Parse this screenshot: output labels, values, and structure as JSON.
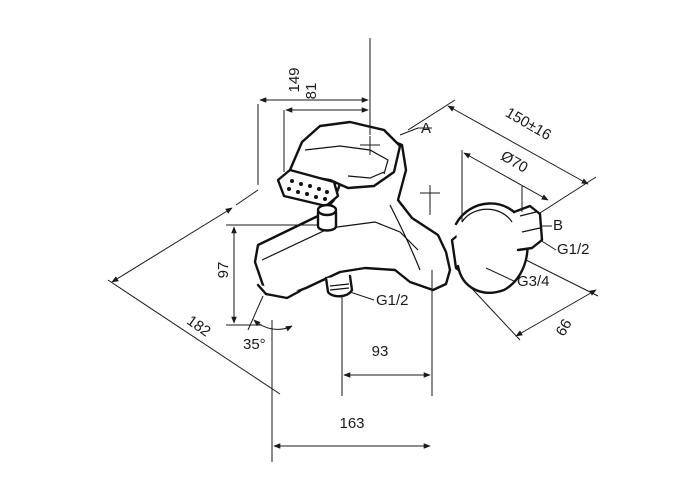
{
  "dimensions": {
    "d149": "149",
    "d81": "81",
    "d150": "150±16",
    "d70": "Ø70",
    "d97": "97",
    "d182": "182",
    "d35": "35°",
    "d93": "93",
    "d163": "163",
    "d66": "66"
  },
  "callouts": {
    "a": "A",
    "b": "B",
    "g12_right": "G1/2",
    "g34": "G3/4",
    "g12_bottom": "G1/2"
  }
}
